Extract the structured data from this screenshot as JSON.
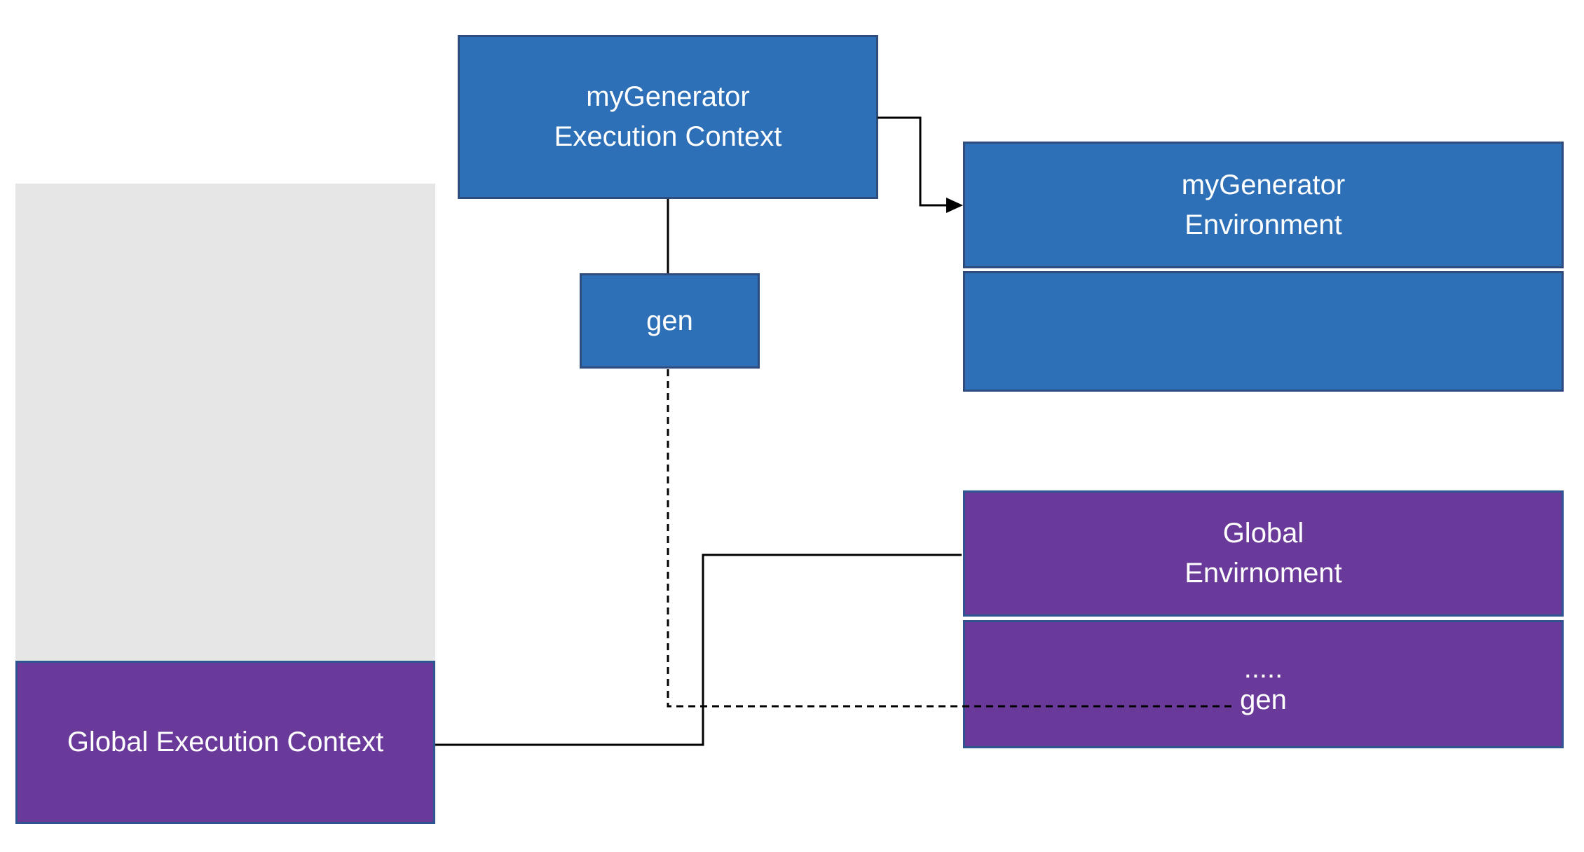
{
  "colors": {
    "blue_fill": "#2E70B7",
    "blue_border": "#2E4C7E",
    "purple_fill": "#6A3A9B",
    "purple_border": "#2F5590",
    "gray_fill": "#E7E6E6",
    "connector": "#000000",
    "label_text": "#FFFFFF"
  },
  "boxes": {
    "mygen_execution_context": {
      "line1": "myGenerator",
      "line2": "Execution Context"
    },
    "gen_variable": {
      "label": "gen"
    },
    "mygen_environment": {
      "line1": "myGenerator",
      "line2": "Environment"
    },
    "global_environment": {
      "line1": "Global",
      "line2": "Envirnoment",
      "entries": {
        "dots": ".....",
        "gen": "gen"
      }
    },
    "global_execution_context": {
      "label": "Global Execution Context"
    }
  }
}
